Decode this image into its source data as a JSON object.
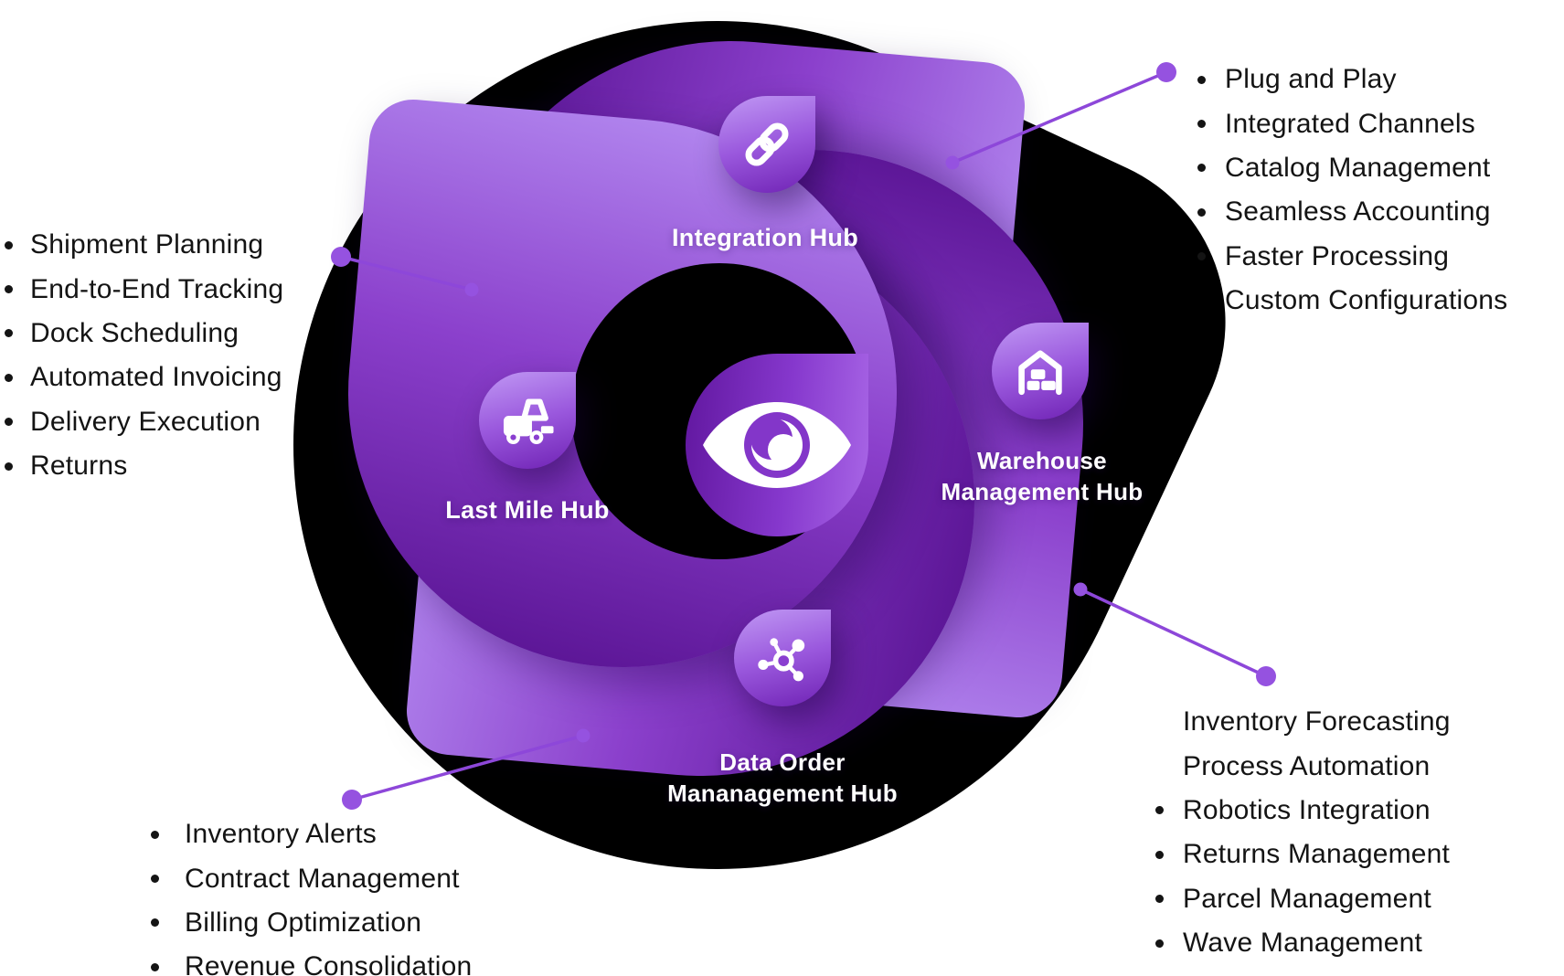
{
  "diagram_title": "Supply chain visibility hub diagram",
  "center": {
    "icon": "eye-icon"
  },
  "hubs": [
    {
      "id": "integration",
      "label": "Integration Hub",
      "icon": "chain-link-icon"
    },
    {
      "id": "warehouse",
      "label": "Warehouse Management Hub",
      "icon": "warehouse-icon"
    },
    {
      "id": "data_order",
      "label_line1": "Data Order",
      "label_line2": "Mananagement Hub",
      "icon": "network-icon"
    },
    {
      "id": "last_mile",
      "label": "Last Mile Hub",
      "icon": "forklift-icon"
    }
  ],
  "lists": {
    "integration_features": {
      "items": [
        "Plug and Play",
        "Integrated Channels",
        "Catalog Management",
        "Seamless Accounting",
        "Faster Processing",
        "Custom Configurations"
      ]
    },
    "last_mile_features": {
      "items": [
        "Shipment Planning",
        "End-to-End Tracking",
        "Dock Scheduling",
        "Automated Invoicing",
        "Delivery Execution",
        "Returns"
      ]
    },
    "data_order_features": {
      "items": [
        "Inventory Alerts",
        "Contract Management",
        "Billing Optimization",
        "Revenue Consolidation"
      ]
    },
    "warehouse_features": {
      "items": [
        "Inventory Forecasting",
        "Process Automation",
        "Robotics Integration",
        "Returns Management",
        "Parcel Management",
        "Wave Management"
      ]
    }
  },
  "colors": {
    "blob_black": "#000000",
    "purple_dark": "#5a1494",
    "purple_mid": "#8b40cc",
    "purple_light": "#b185ee",
    "connector": "#8d47d9",
    "connector_dot": "#9552e0",
    "list_text": "#141414",
    "hub_label_text": "#ffffff"
  }
}
